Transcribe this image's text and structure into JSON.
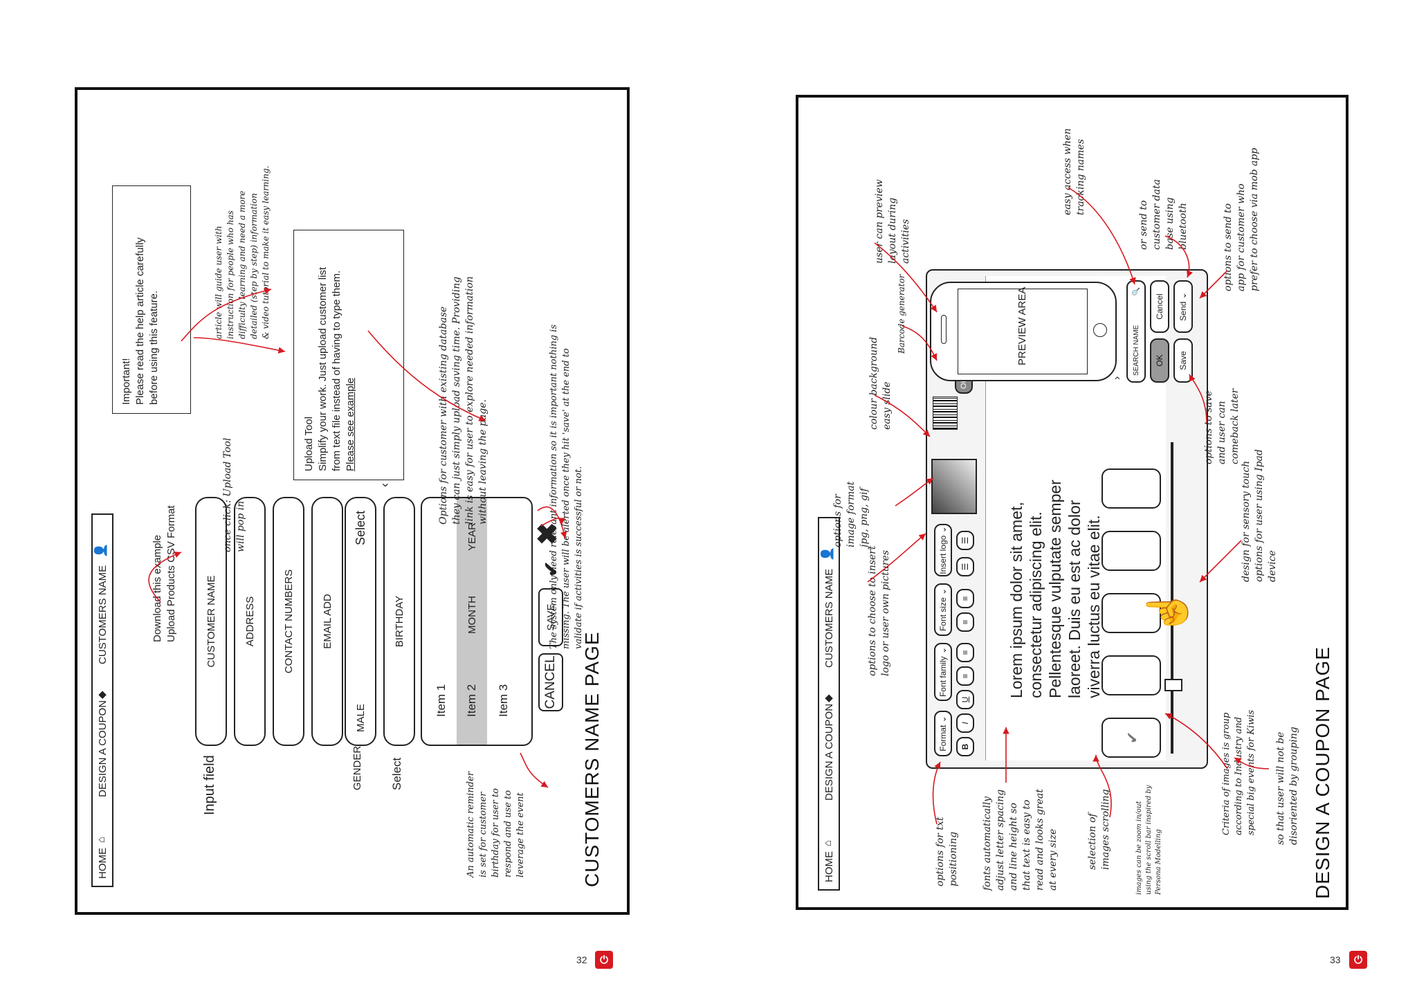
{
  "left_page": {
    "nav": {
      "home": "HOME",
      "design": "DESIGN A COUPON",
      "customers": "CUSTOMERS NAME"
    },
    "help_box": {
      "line1": "Important!",
      "line2": "Please read the help article carefully",
      "line3": "before using this feature."
    },
    "download": {
      "line1": "Download this example",
      "line2": "Upload Products CSV Format"
    },
    "input_field_label": "Input field",
    "fields": [
      "CUSTOMER NAME",
      "ADDRESS",
      "CONTACT NUMBERS",
      "EMAIL ADD",
      "MALE",
      "BIRTHDAY"
    ],
    "gender_label": "GENDER",
    "select_dropdown": "Select",
    "select_label": "Select",
    "list_items": [
      "Item 1",
      "Item 2",
      "Item 3"
    ],
    "month": "MONTH",
    "year": "YEAR",
    "cancel": "CANCEL",
    "save": "SAVE",
    "upload_box": {
      "line1": "Upload Tool",
      "line2": "Simplify your work. Just upload customer list",
      "line3": "from text file instead of having to type them.",
      "line4": "Please see example"
    },
    "notes": {
      "popup": [
        "once click: Upload Tool",
        "will pop in"
      ],
      "article": [
        "article will guide user with",
        "instruction for people who has",
        "difficulty learning and need a more",
        "detailed (step by step) information",
        "& video tutorial to make it easy learning."
      ],
      "options_db": [
        "Options for customer with existing database",
        "they can just simply upload saving time. Providing",
        "link is easy for user to explore needed information",
        "without leaving the page."
      ],
      "system": [
        "The system only need relevant information so it is important nothing is",
        "missing. The user will be alerted once they hit 'save' at the end to",
        "validate if activities is successful or not."
      ],
      "birthday": [
        "An automatic reminder",
        "is set for customer",
        "birthday for user to",
        "respond and use to",
        "leverage the event"
      ]
    },
    "title": "CUSTOMERS NAME PAGE",
    "page_number": "32"
  },
  "right_page": {
    "nav": {
      "home": "HOME",
      "design": "DESIGN A COUPON",
      "customers": "CUSTOMERS NAME"
    },
    "toolbar": {
      "format": "Format",
      "font_family": "Font family",
      "font_size": "Font size",
      "insert_logo": "Insert logo",
      "ok": "OK"
    },
    "lorem": [
      "Lorem ipsum dolor sit amet,",
      "consectetur adipiscing elit.",
      "Pellentesque vulputate semper",
      "laoreet. Duis eu est ac dolor",
      "viverra luctus eu vitae elit."
    ],
    "preview_area": "PREVIEW AREA",
    "search_name": "SEARCH NAME",
    "ok": "OK",
    "cancel": "Cancel",
    "save": "Save",
    "send": "Send",
    "notes": {
      "txt_pos": [
        "options for txt",
        "positioning"
      ],
      "fonts": [
        "fonts automatically",
        "adjust letter spacing",
        "and line height so",
        "that text is easy to",
        "read and looks great",
        "at every size"
      ],
      "scrolling": [
        "selection of",
        "images scrolling"
      ],
      "zoom": [
        "images can be zoom in/out",
        "using the scroll bar inspired by",
        "Persona Modelling"
      ],
      "criteria": [
        "Criteria of images is group",
        "according to Industry and",
        "special big events for Kiwis"
      ],
      "disoriented": [
        "so that user will not be",
        "disoriented by grouping"
      ],
      "choose": [
        "options to choose to insert",
        "logo or user own pictures"
      ],
      "image_format": [
        "options for",
        "image format",
        "jpg, png, gif"
      ],
      "colour": [
        "colour background",
        "easy slide"
      ],
      "barcode": [
        "Barcode generator"
      ],
      "preview": [
        "user can preview",
        "layout during",
        "activities"
      ],
      "easy_access": [
        "easy access when",
        "tracking names"
      ],
      "send_db": [
        "or send to",
        "customer data",
        "base using",
        "bluetooth"
      ],
      "send_app": [
        "options to send to",
        "app for customer who",
        "prefer to choose via mob app"
      ],
      "save_later": [
        "options to save",
        "and user can",
        "comeback later"
      ],
      "touch": [
        "design for sensory touch",
        "options for user using Ipad",
        "device"
      ]
    },
    "title": "DESIGN A COUPON PAGE",
    "page_number": "33"
  },
  "colors": {
    "accent_red": "#d71920",
    "ink": "#222222",
    "highlight_grey": "#c8c8c8"
  }
}
